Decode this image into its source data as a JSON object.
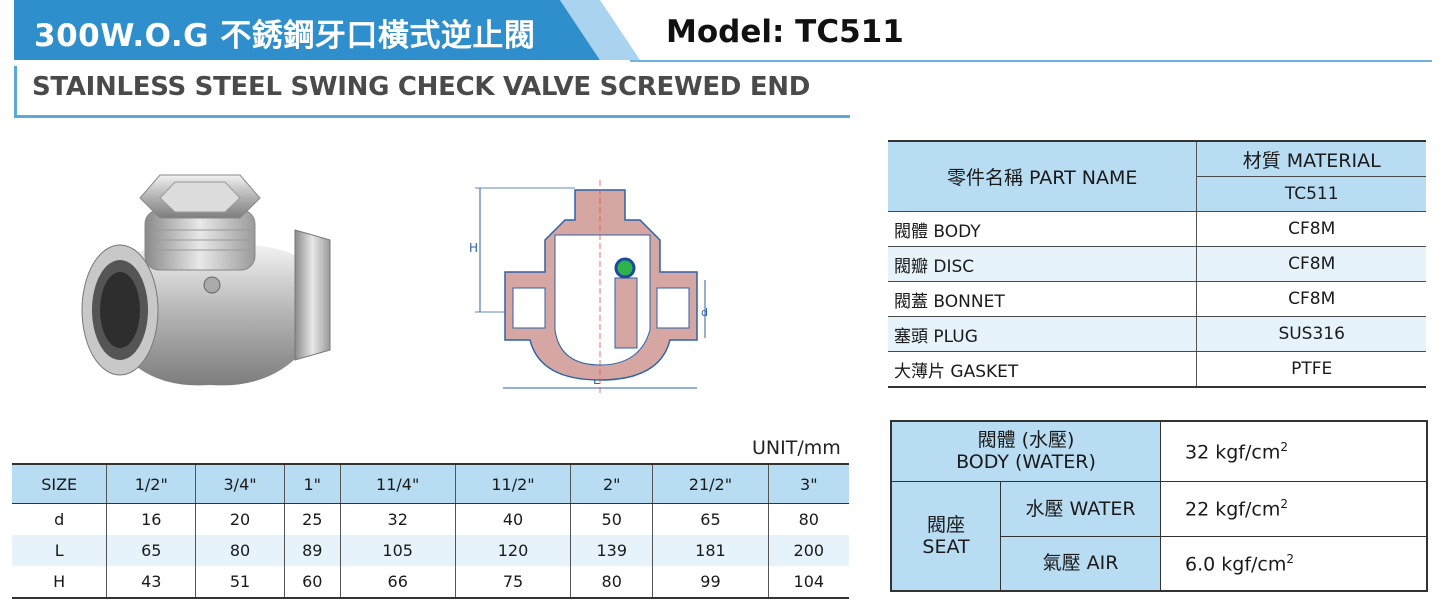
{
  "header": {
    "title": "300W.O.G 不銹鋼牙口橫式逆止閥",
    "model": "Model: TC511",
    "subtitle": "STAINLESS STEEL  SWING CHECK VALVE SCREWED END"
  },
  "colors": {
    "banner": "#2f8fcc",
    "banner_light": "#a9d3ee",
    "table_header": "#b8dcf2",
    "row_alt": "#e6f3fb"
  },
  "drawing": {
    "dim_h": "H",
    "dim_d": "d",
    "dim_l": "L"
  },
  "material_table": {
    "part_name_header": "零件名稱  PART NAME",
    "material_header": "材質  MATERIAL",
    "model_col": "TC511",
    "rows": [
      {
        "part": "閥體  BODY",
        "material": "CF8M"
      },
      {
        "part": "閥瓣  DISC",
        "material": "CF8M"
      },
      {
        "part": "閥蓋  BONNET",
        "material": "CF8M"
      },
      {
        "part": "塞頭  PLUG",
        "material": "SUS316"
      },
      {
        "part": "大薄片  GASKET",
        "material": "PTFE"
      }
    ]
  },
  "size_table": {
    "unit": "UNIT/mm",
    "headers": [
      "SIZE",
      "1/2\"",
      "3/4\"",
      "1\"",
      "11/4\"",
      "11/2\"",
      "2\"",
      "21/2\"",
      "3\""
    ],
    "rows": [
      [
        "d",
        "16",
        "20",
        "25",
        "32",
        "40",
        "50",
        "65",
        "80"
      ],
      [
        "L",
        "65",
        "80",
        "89",
        "105",
        "120",
        "139",
        "181",
        "200"
      ],
      [
        "H",
        "43",
        "51",
        "60",
        "66",
        "75",
        "80",
        "99",
        "104"
      ]
    ]
  },
  "pressure_table": {
    "body_label_zh": "閥體 (水壓)",
    "body_label_en": "BODY (WATER)",
    "body_value": "32 kgf/cm",
    "seat_label_zh": "閥座",
    "seat_label_en": "SEAT",
    "water_label": "水壓  WATER",
    "water_value": "22 kgf/cm",
    "air_label": "氣壓  AIR",
    "air_value": "6.0 kgf/cm",
    "unit_exp": "2"
  }
}
